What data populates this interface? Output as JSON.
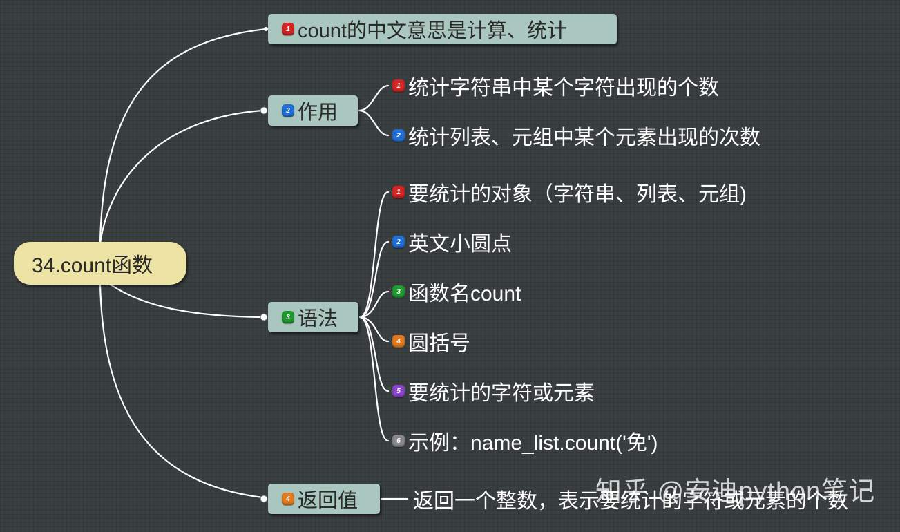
{
  "root": {
    "label": "34.count函数"
  },
  "markers": {
    "p1": {
      "glyph": "1",
      "color": "#d42424"
    },
    "p2": {
      "glyph": "2",
      "color": "#1f6fd6"
    },
    "p3": {
      "glyph": "3",
      "color": "#1e9a2e"
    },
    "p4": {
      "glyph": "4",
      "color": "#e37a1c"
    },
    "p5": {
      "glyph": "5",
      "color": "#8a45c9"
    },
    "p6": {
      "glyph": "6",
      "color": "#8a8a8a"
    }
  },
  "branches": {
    "meaning": {
      "label": "count的中文意思是计算、统计"
    },
    "function": {
      "label": "作用",
      "children": [
        "统计字符串中某个字符出现的个数",
        "统计列表、元组中某个元素出现的次数"
      ]
    },
    "syntax": {
      "label": "语法",
      "children": [
        "要统计的对象（字符串、列表、元组)",
        "英文小圆点",
        "函数名count",
        "圆括号",
        "要统计的字符或元素",
        "示例：name_list.count('免')"
      ]
    },
    "return": {
      "label": "返回值",
      "child": "返回一个整数，表示要统计的字符或元素的个数"
    }
  },
  "watermark": "知乎 @安迪python笔记",
  "colors": {
    "background": "#3a3f41",
    "root": "#ede3a4",
    "topic": "#a9c6bf",
    "line": "#ffffff"
  }
}
